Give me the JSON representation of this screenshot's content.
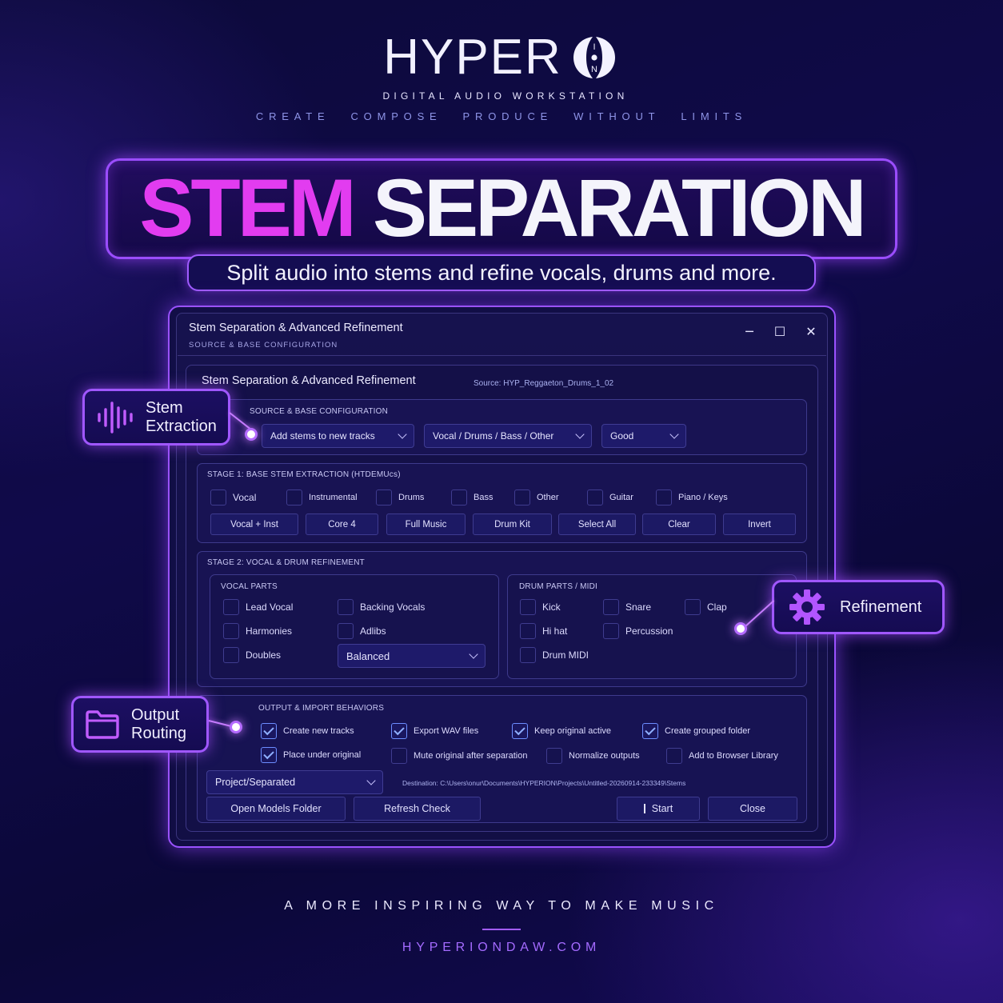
{
  "brand": {
    "name": "HYPER",
    "logo_letter_i": "I",
    "logo_letter_n": "N",
    "subtitle": "DIGITAL AUDIO WORKSTATION",
    "taglines": [
      "CREATE",
      "COMPOSE",
      "PRODUCE",
      "WITHOUT",
      "LIMITS"
    ]
  },
  "hero": {
    "title_part1": "STEM",
    "title_part2": "SEPARATION",
    "subtitle": "Split audio into stems and refine vocals, drums and more."
  },
  "window": {
    "title": "Stem Separation & Advanced Refinement",
    "subtitle": "SOURCE & BASE CONFIGURATION",
    "controls": {
      "minimize": "─",
      "maximize": "☐",
      "close": "✕"
    }
  },
  "panel": {
    "title": "Stem Separation & Advanced Refinement",
    "source": "Source: HYP_Reggaeton_Drums_1_02"
  },
  "source_config": {
    "label": "SOURCE & BASE CONFIGURATION",
    "dropdowns": [
      "Add stems to new tracks",
      "Vocal / Drums / Bass / Other",
      "Good"
    ]
  },
  "stage1": {
    "label": "STAGE 1: BASE STEM EXTRACTION (HTDEMUcs)",
    "checkboxes": [
      {
        "label": "Vocal",
        "checked": false
      },
      {
        "label": "Instrumental",
        "checked": false
      },
      {
        "label": "Drums",
        "checked": false
      },
      {
        "label": "Bass",
        "checked": false
      },
      {
        "label": "Other",
        "checked": false
      },
      {
        "label": "Guitar",
        "checked": false
      },
      {
        "label": "Piano / Keys",
        "checked": false
      }
    ],
    "buttons": [
      "Vocal + Inst",
      "Core 4",
      "Full Music",
      "Drum Kit",
      "Select All",
      "Clear",
      "Invert"
    ]
  },
  "stage2": {
    "label": "STAGE 2: VOCAL & DRUM REFINEMENT",
    "vocal_parts": {
      "label": "VOCAL PARTS",
      "items": [
        {
          "label": "Lead Vocal",
          "checked": false
        },
        {
          "label": "Backing Vocals",
          "checked": false
        },
        {
          "label": "Harmonies",
          "checked": false
        },
        {
          "label": "Adlibs",
          "checked": false
        },
        {
          "label": "Doubles",
          "checked": false
        }
      ],
      "mode": "Balanced"
    },
    "drum_parts": {
      "label": "DRUM PARTS / MIDI",
      "items": [
        {
          "label": "Kick",
          "checked": false
        },
        {
          "label": "Snare",
          "checked": false
        },
        {
          "label": "Clap",
          "checked": false
        },
        {
          "label": "Hi hat",
          "checked": false
        },
        {
          "label": "Percussion",
          "checked": false
        },
        {
          "label": "Drum MIDI",
          "checked": false
        }
      ]
    }
  },
  "output": {
    "label": "OUTPUT & IMPORT BEHAVIORS",
    "options": [
      {
        "label": "Create new tracks",
        "checked": true
      },
      {
        "label": "Export WAV files",
        "checked": true
      },
      {
        "label": "Keep original active",
        "checked": true
      },
      {
        "label": "Create grouped folder",
        "checked": true
      },
      {
        "label": "Place under original",
        "checked": true
      },
      {
        "label": "Mute original after separation",
        "checked": false
      },
      {
        "label": "Normalize outputs",
        "checked": false
      },
      {
        "label": "Add to Browser Library",
        "checked": false
      }
    ],
    "folder": "Project/Separated",
    "destination": "Destination: C:\\Users\\onur\\Documents\\HYPERION\\Projects\\Untitled-20260914-233349\\Stems",
    "buttons": {
      "open_models": "Open Models Folder",
      "refresh": "Refresh Check",
      "start": "Start",
      "close": "Close"
    }
  },
  "callouts": {
    "stem_extraction": {
      "line1": "Stem",
      "line2": "Extraction",
      "icon": "waveform-icon"
    },
    "refinement": {
      "line1": "Refinement",
      "icon": "gear-icon"
    },
    "output_routing": {
      "line1": "Output",
      "line2": "Routing",
      "icon": "folder-icon"
    }
  },
  "footer": {
    "slogan": "A MORE INSPIRING WAY TO MAKE MUSIC",
    "url": "HYPERIONDAW.COM"
  },
  "colors": {
    "accent_purple": "#a057ff",
    "hero_magenta": "#e23cf0",
    "background": "#0c0a3a",
    "checkbox_checked": "#8fb0ff"
  }
}
